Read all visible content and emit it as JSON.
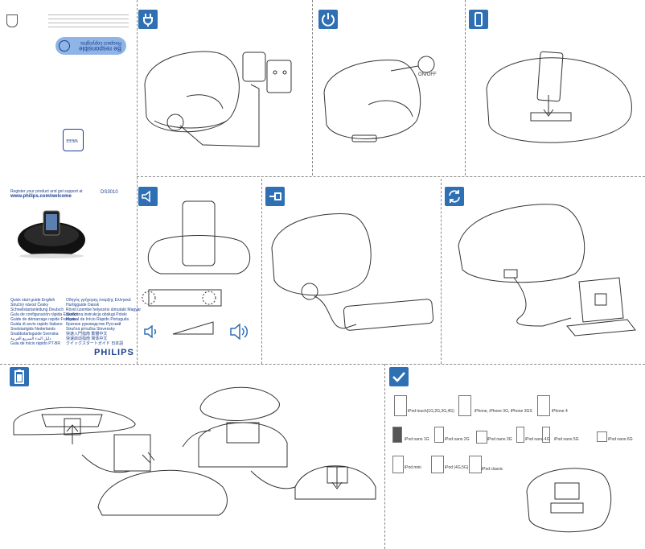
{
  "cover": {
    "register_text": "Register your product and get support at",
    "url": "www.philips.com/welcome",
    "model": "DS3010",
    "brand": "PHILIPS",
    "languages_left": [
      "Quick start guide  English",
      "Stručný návod  Česky",
      "Schnellstartanleitung  Deutsch",
      "Guía de configuración rápida  Español",
      "Guide de démarrage rapide  Français",
      "Guida di avvio rapido  Italiano",
      "Snelstartgids  Nederlands",
      "Snabbstartsguide  Svenska",
      "دليل البدء السريع  العربية",
      "Guia de início rápido  PT-BR"
    ],
    "languages_right": [
      "Οδηγός γρήγορης έναρξης  Ελληνικά",
      "Hurtigguide  Dansk",
      "Rövid üzembe helyezési útmutató  Magyar",
      "Skrócona instrukcja obsługi  Polski",
      "Manual de Início Rápido  Português",
      "Краткое руководство  Русский",
      "Stručná príručka  Slovensky",
      "快速入門指南  繁體中文",
      "快速启动指南  简体中文",
      "クイックスタートガイド  日本語"
    ],
    "respect_line1": "Be responsible",
    "respect_line2": "Respect copyrights",
    "weee_label": "WEEE"
  },
  "panels": {
    "power_plug_icon": "plug-icon",
    "on_off_label": "ON/OFF",
    "audio_icon": "speaker-icon",
    "aux_icon": "aux-in-icon",
    "sync_icon": "sync-icon",
    "battery_icon": "battery-icon",
    "check_icon": "checkmark-icon"
  },
  "compatible": [
    {
      "label": "iPod touch(1G,2G,3G,4G)"
    },
    {
      "label": "iPhone, iPhone 3G, iPhone 3GS"
    },
    {
      "label": "iPhone 4"
    },
    {
      "label": "iPod nano 1G"
    },
    {
      "label": "iPod nano 2G"
    },
    {
      "label": "iPod nano 3G"
    },
    {
      "label": "iPod nano 4G"
    },
    {
      "label": "iPod nano 5G"
    },
    {
      "label": "iPod nano 6G"
    },
    {
      "label": "iPod mini"
    },
    {
      "label": "iPod (4G,5G)"
    },
    {
      "label": "iPod classic"
    }
  ],
  "colors": {
    "accent": "#2f6fb3",
    "text": "#1d3f8e",
    "highlight": "#8fb4e6"
  }
}
